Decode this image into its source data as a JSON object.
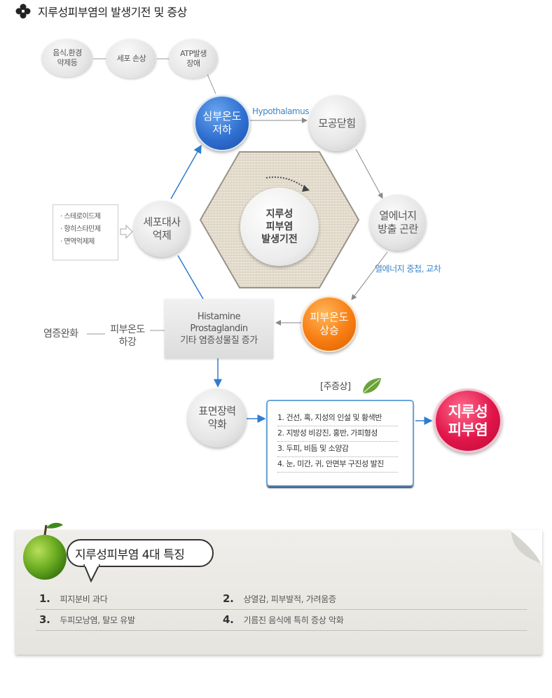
{
  "title": "지루성피부염의 발생기전 및 증상",
  "colors": {
    "blue": "#2f6fd0",
    "orange": "#f77d12",
    "red": "#e1154a",
    "label_blue": "#3d86c6"
  },
  "nodes": {
    "diet": [
      "음식,환경",
      "약제등"
    ],
    "cell_damage": "세포 손상",
    "atp": [
      "ATP발생",
      "장애"
    ],
    "core_temp": [
      "심부온도",
      "저하"
    ],
    "pore": "모공닫힘",
    "heat": [
      "열에너지",
      "방출 곤란"
    ],
    "metabolism": [
      "세포대사",
      "억제"
    ],
    "skin_temp_up": [
      "피부온도",
      "상승"
    ],
    "skin_temp_down": [
      "피부온도",
      "하강"
    ],
    "inflammation_relief": "염증완화",
    "surface_tension": [
      "표면장력",
      "약화"
    ],
    "center": [
      "지루성",
      "피부염",
      "발생기전"
    ],
    "result": [
      "지루성",
      "피부염"
    ]
  },
  "labels": {
    "hypothalamus": "Hypothalamus",
    "heat_accumulation": "열에너지 중첩, 교차"
  },
  "drugs": [
    "· 스테로이드제",
    "· 항히스타민제",
    "· 면역억제제"
  ],
  "histamine": [
    "Histamine",
    "Prostaglandin",
    "기타 염증성물질 증가"
  ],
  "symptoms": {
    "title": "[주증상]",
    "items": [
      "1. 건선, 혹, 지성의 인설 및 황색반",
      "2. 지방성 비강진, 홍반, 가피형성",
      "3. 두피, 비듬 및 소양감",
      "4. 눈, 미간, 귀, 안면부 구진성 발진"
    ]
  },
  "features": {
    "title": "지루성피부염 4대 특징",
    "items": [
      {
        "num": "1.",
        "text": "피지분비 과다"
      },
      {
        "num": "2.",
        "text": "상열감, 피부발적, 가려움증"
      },
      {
        "num": "3.",
        "text": "두피모낭염, 탈모 유발"
      },
      {
        "num": "4.",
        "text": "기름진 음식에 특히 증상 악화"
      }
    ]
  }
}
